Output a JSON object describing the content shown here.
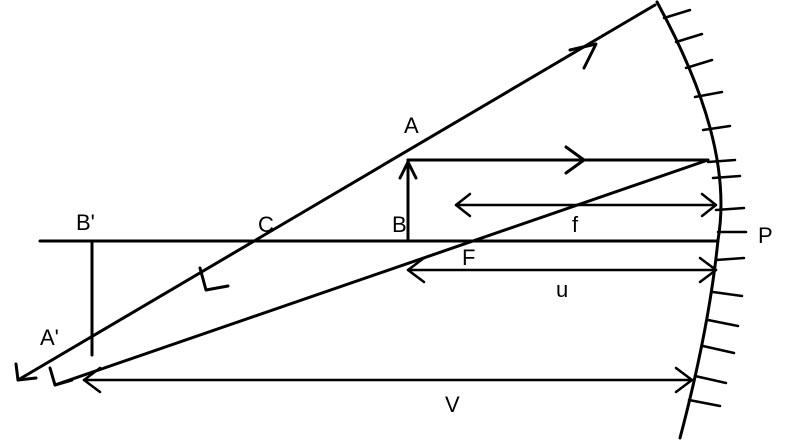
{
  "labels": {
    "A": "A",
    "B": "B",
    "A_image": "A'",
    "B_image": "B'",
    "C": "C",
    "F": "F",
    "P": "P",
    "f": "f",
    "u": "u",
    "V": "V"
  },
  "colors": {
    "ink": "#000000",
    "background": "#ffffff"
  }
}
